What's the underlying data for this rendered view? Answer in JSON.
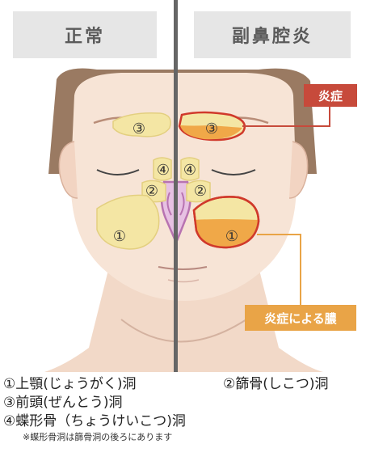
{
  "headers": {
    "left": "正常",
    "right": "副鼻腔炎"
  },
  "markers": {
    "n1": "①",
    "n2": "②",
    "n3": "③",
    "n4": "④"
  },
  "callouts": {
    "inflammation": "炎症",
    "pus": "炎症による膿"
  },
  "legend": {
    "maxillary": "①上顎(じょうがく)洞",
    "ethmoid": "②篩骨(しこつ)洞",
    "frontal": "③前頭(ぜんとう)洞",
    "sphenoid": "④蝶形骨（ちょうけいこつ)洞",
    "note": "※蝶形骨洞は篩骨洞の後ろにあります"
  },
  "colors": {
    "skin": "#f7e4d6",
    "hair": "#9a7a62",
    "sinus_normal": "#f4e6a4",
    "sinus_infected": "#f0a848",
    "infected_outline": "#d0392b",
    "nasal": "#cf9ccb",
    "inflammation_tag": "#c74a3b",
    "pus_tag": "#e9a447"
  }
}
